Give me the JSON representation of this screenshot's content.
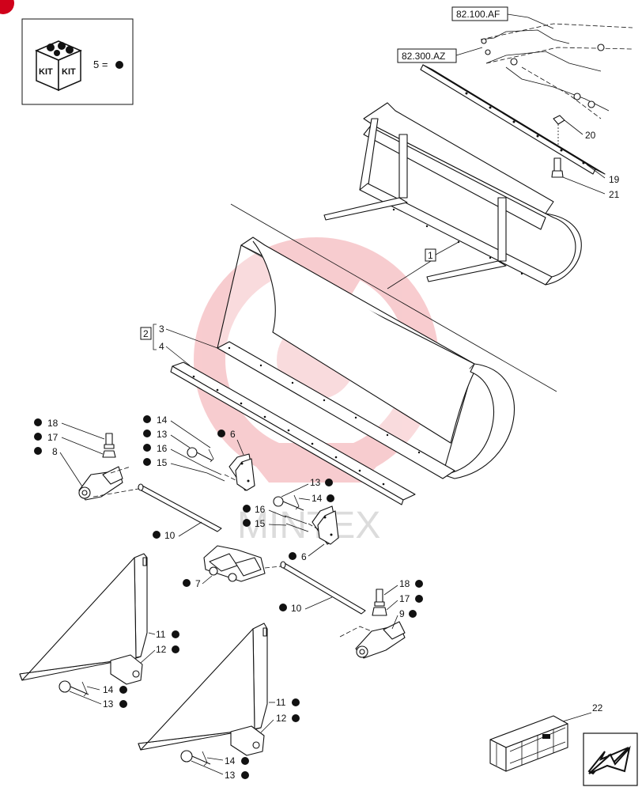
{
  "kit": {
    "label_1": "KIT",
    "label_2": "KIT",
    "equation": "5 ="
  },
  "refs": [
    "82.100.AF",
    "82.300.AZ"
  ],
  "watermark": "MINTEX",
  "callouts": {
    "c1": "1",
    "c2": "2",
    "c3": "3",
    "c4": "4",
    "c6a": "6",
    "c6b": "6",
    "c7": "7",
    "c8": "8",
    "c9": "9",
    "c10a": "10",
    "c10b": "10",
    "c11a": "11",
    "c11b": "11",
    "c12a": "12",
    "c12b": "12",
    "c13a": "13",
    "c13b": "13",
    "c13c": "13",
    "c13d": "13",
    "c14a": "14",
    "c14b": "14",
    "c14c": "14",
    "c14d": "14",
    "c15a": "15",
    "c15b": "15",
    "c16a": "16",
    "c16b": "16",
    "c17a": "17",
    "c17b": "17",
    "c18a": "18",
    "c18b": "18",
    "c19": "19",
    "c20": "20",
    "c21": "21",
    "c22": "22"
  },
  "colors": {
    "line": "#111111",
    "watermark": "#f2a3a8",
    "accent": "#d0021b"
  },
  "icons": [
    "kit-box-icon",
    "navigation-arrow-icon",
    "crate-icon"
  ]
}
